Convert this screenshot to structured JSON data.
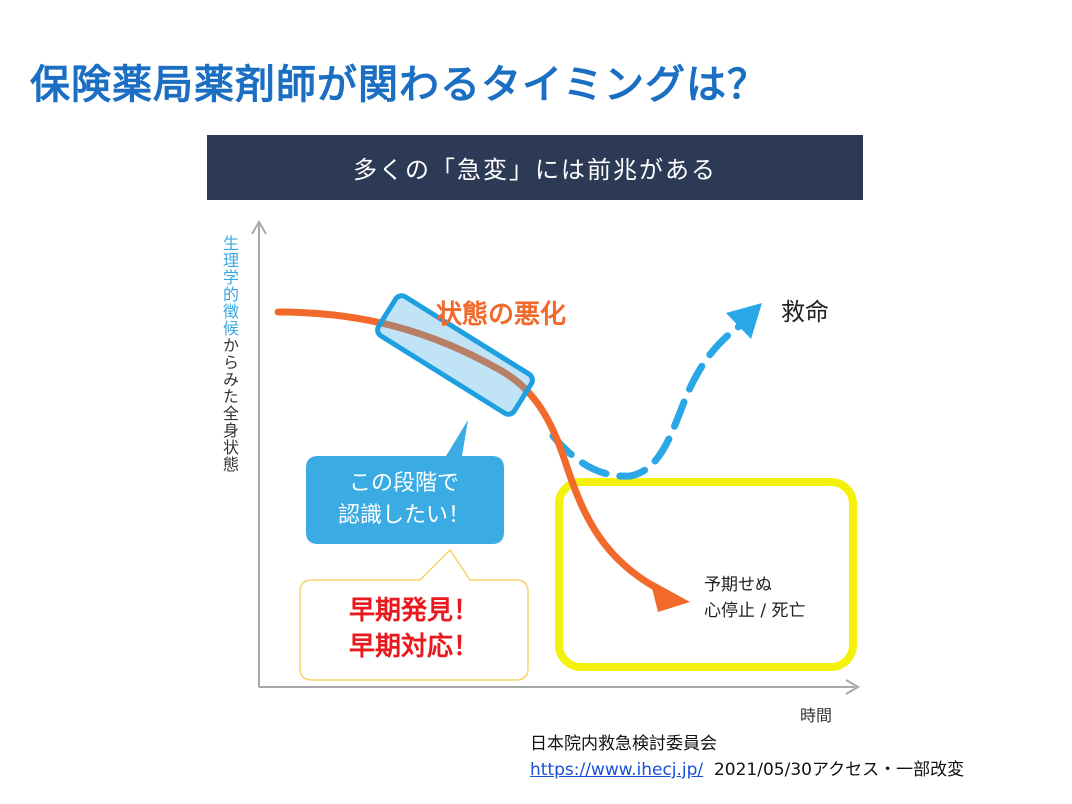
{
  "slide": {
    "title": "保険薬局薬剤師が関わるタイミングは？"
  },
  "diagram": {
    "header": "多くの「急変」には前兆がある",
    "y_axis_label_highlight": "生理学的徴候",
    "y_axis_label_rest": "からみた全身状態",
    "x_axis_label": "時間",
    "worsening_label": "状態の悪化",
    "rescue_label": "救命",
    "bubble_line1": "この段階で",
    "bubble_line2": "認識したい！",
    "early_line1": "早期発見！",
    "early_line2": "早期対応！",
    "arrest_line1": "予期せぬ",
    "arrest_line2": "心停止 / 死亡",
    "colors": {
      "title": "#1a6fc2",
      "header_bg": "#2c3a55",
      "worsening_curve": "#f26a2b",
      "rescue_path": "#2aa7e6",
      "highlight_box": "#f4f20c",
      "bubble": "#3aabe3",
      "early_text": "#e8191f"
    }
  },
  "source": {
    "organization": "日本院内救急検討委員会",
    "url": "https://www.ihecj.jp/",
    "note": "2021/05/30アクセス・一部改変"
  }
}
